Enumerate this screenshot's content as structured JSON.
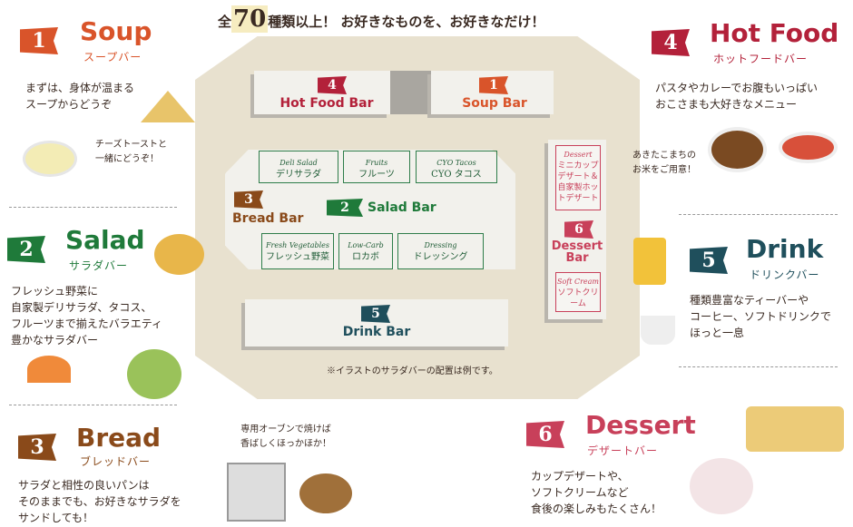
{
  "headline": {
    "prefix": "全",
    "number": "70",
    "suffix": "種類以上！ お好きなものを、お好きなだけ！"
  },
  "colors": {
    "soup": "#d9542a",
    "salad": "#1f7a3a",
    "bread": "#8a4a1a",
    "hot": "#b3213a",
    "drink": "#1f4f5c",
    "dessert": "#c8405a"
  },
  "sections": {
    "soup": {
      "num": "1",
      "title": "Soup",
      "sub": "スープバー",
      "text": "まずは、身体が温まる\nスープからどうぞ",
      "note": "チーズトーストと\n一緒にどうぞ！"
    },
    "salad": {
      "num": "2",
      "title": "Salad",
      "sub": "サラダバー",
      "text": "フレッシュ野菜に\n自家製デリサラダ、タコス、\nフルーツまで揃えたバラエティ\n豊かなサラダバー"
    },
    "bread": {
      "num": "3",
      "title": "Bread",
      "sub": "ブレッドバー",
      "text": "サラダと相性の良いパンは\nそのままでも、お好きなサラダを\nサンドしても！",
      "note": "専用オーブンで焼けば\n香ばしくほっかほか！"
    },
    "hot": {
      "num": "4",
      "title": "Hot Food",
      "sub": "ホットフードバー",
      "text": "パスタやカレーでお腹もいっぱい\nおこさまも大好きなメニュー",
      "note": "あきたこまちの\nお米をご用意！"
    },
    "drink": {
      "num": "5",
      "title": "Drink",
      "sub": "ドリンクバー",
      "text": "種類豊富なティーバーや\nコーヒー、ソフトドリンクで\nほっと一息"
    },
    "dessert": {
      "num": "6",
      "title": "Dessert",
      "sub": "デザートバー",
      "text": "カップデザートや、\nソフトクリームなど\n食後の楽しみもたくさん！"
    }
  },
  "map": {
    "hot_bar": {
      "num": "4",
      "label": "Hot Food Bar"
    },
    "soup_bar": {
      "num": "1",
      "label": "Soup Bar"
    },
    "bread_bar": {
      "num": "3",
      "label": "Bread Bar"
    },
    "salad_bar": {
      "num": "2",
      "label": "Salad Bar"
    },
    "drink_bar": {
      "num": "5",
      "label": "Drink Bar"
    },
    "dessert_bar": {
      "num": "6",
      "label": "Dessert Bar"
    },
    "salad_cells": [
      {
        "en": "Deli Salad",
        "ja": "デリサラダ"
      },
      {
        "en": "Fruits",
        "ja": "フルーツ"
      },
      {
        "en": "CYO Tacos",
        "ja": "CYO タコス"
      },
      {
        "en": "Fresh Vegetables",
        "ja": "フレッシュ野菜"
      },
      {
        "en": "Low-Carb",
        "ja": "ロカボ"
      },
      {
        "en": "Dressing",
        "ja": "ドレッシング"
      }
    ],
    "dessert_cells": [
      {
        "en": "Dessert",
        "ja": "ミニカップデザート＆自家製ホットデザート"
      },
      {
        "en": "Soft Cream",
        "ja": "ソフトクリーム"
      }
    ],
    "note": "※イラストのサラダバーの配置は例です。"
  }
}
